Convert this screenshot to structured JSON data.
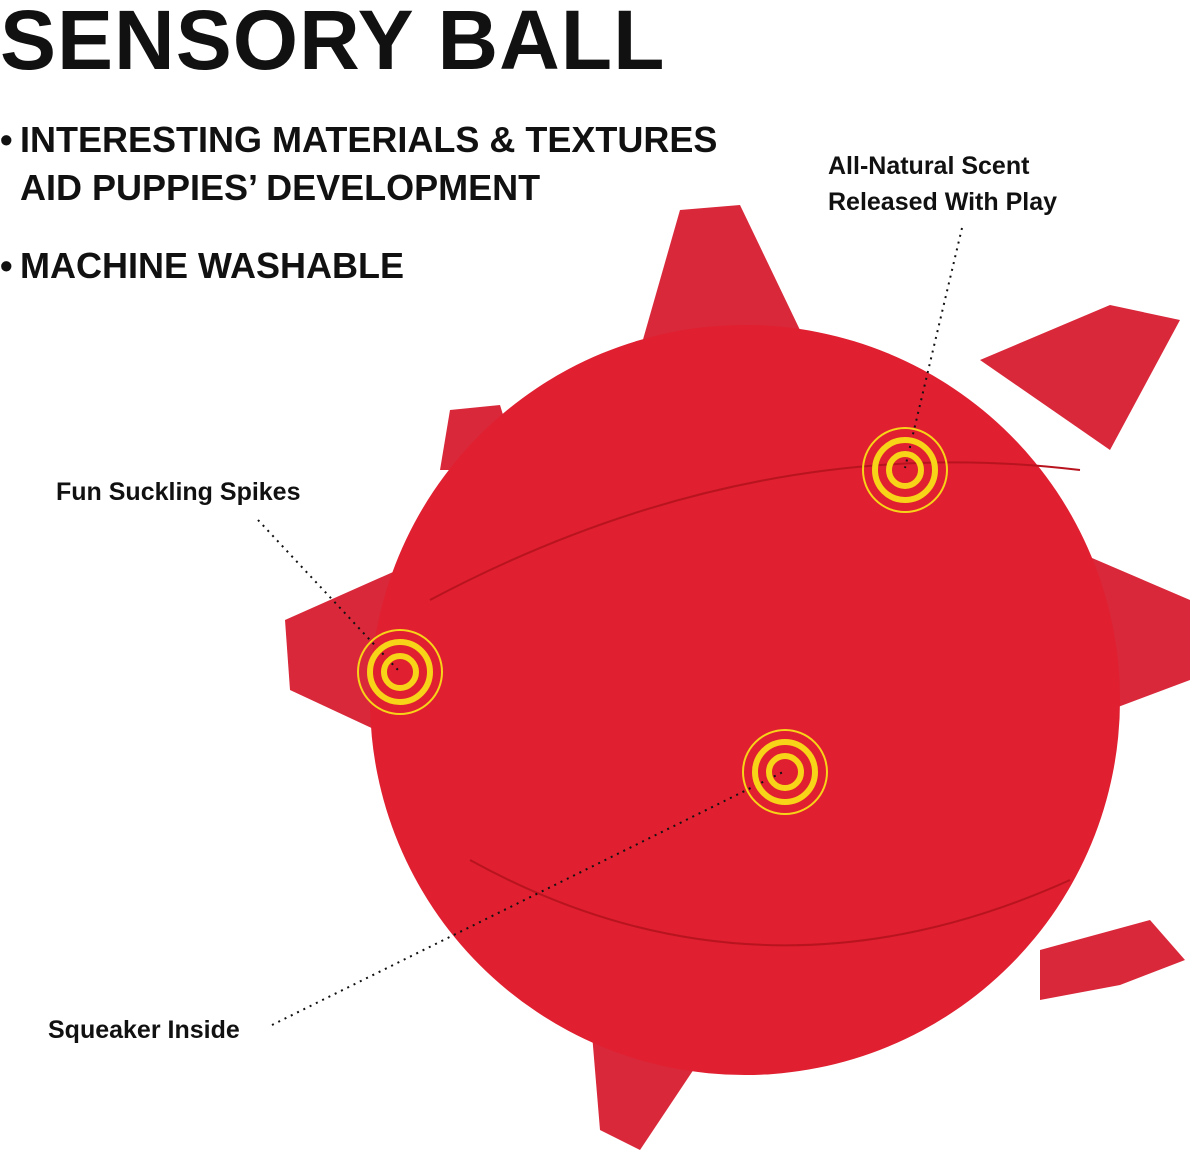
{
  "title": "SENSORY BALL",
  "bullets": [
    {
      "line1": "INTERESTING MATERIALS & TEXTURES",
      "line2": "AID PUPPIES’ DEVELOPMENT"
    },
    {
      "line1": "MACHINE WASHABLE"
    }
  ],
  "callouts": {
    "scent": {
      "line1": "All-Natural Scent",
      "line2": "Released With Play"
    },
    "spikes": "Fun Suckling Spikes",
    "squeaker": "Squeaker Inside"
  },
  "colors": {
    "ball": "#e01f30",
    "spike": "#d9283a",
    "target": "#f7d417"
  }
}
